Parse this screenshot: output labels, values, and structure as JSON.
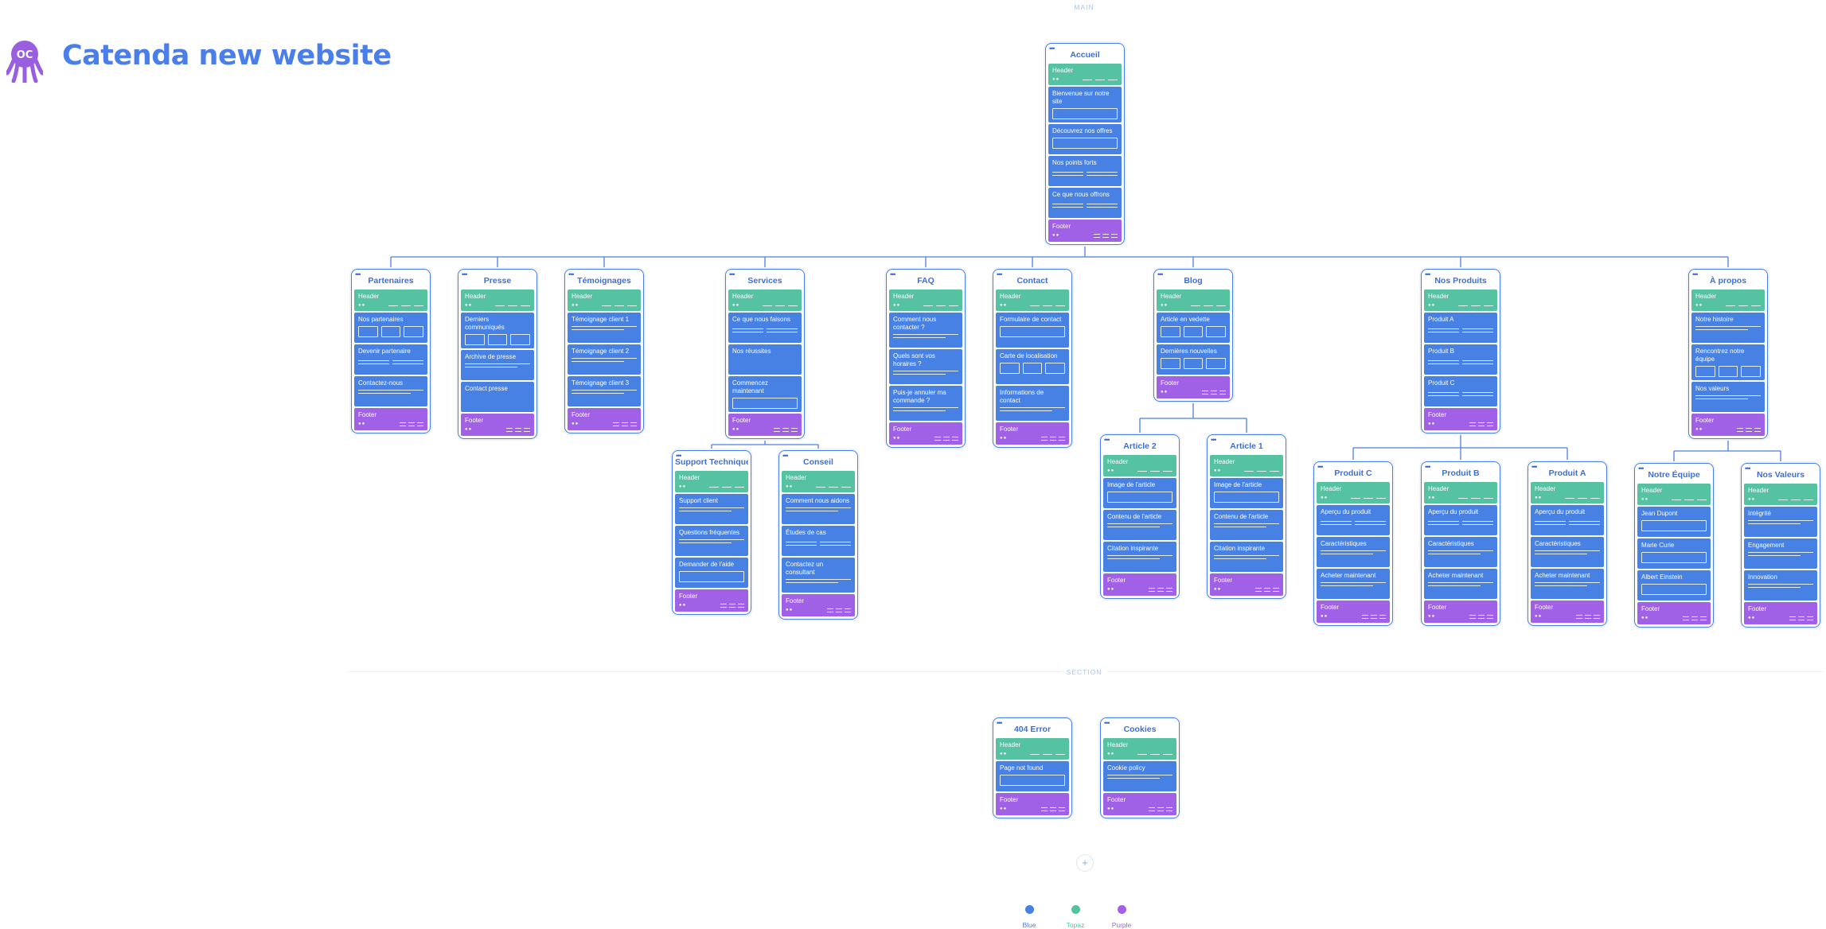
{
  "title": "Catenda new website",
  "labels": {
    "main": "MAIN",
    "section": "SECTION"
  },
  "plus": "+",
  "colors": {
    "blue": "#4781e4",
    "topaz": "#55c2a2",
    "purple": "#a061e6",
    "accent": "#4a7ee8"
  },
  "legend": [
    {
      "label": "Blue",
      "color": "#4781e4"
    },
    {
      "label": "Topaz",
      "color": "#55c2a2"
    },
    {
      "label": "Purple",
      "color": "#a061e6"
    }
  ],
  "pages": [
    {
      "id": "accueil",
      "title": "Accueil",
      "blocks": [
        {
          "kind": "hdr",
          "label": "Header"
        },
        {
          "kind": "sec",
          "label": "Bienvenue sur notre site",
          "wire": "box"
        },
        {
          "kind": "sec",
          "label": "Découvrez nos offres",
          "wire": "box"
        },
        {
          "kind": "sec",
          "label": "Nos points forts",
          "wire": "cols"
        },
        {
          "kind": "sec",
          "label": "Ce que nous offrons",
          "wire": "cols"
        },
        {
          "kind": "ftr",
          "label": "Footer"
        }
      ]
    },
    {
      "id": "partenaires",
      "title": "Partenaires",
      "blocks": [
        {
          "kind": "hdr",
          "label": "Header"
        },
        {
          "kind": "sec",
          "label": "Nos partenaires",
          "wire": "grid"
        },
        {
          "kind": "sec",
          "label": "Devenir partenaire",
          "wire": "cols"
        },
        {
          "kind": "sec",
          "label": "Contactez-nous",
          "wire": "lines"
        },
        {
          "kind": "ftr",
          "label": "Footer"
        }
      ]
    },
    {
      "id": "presse",
      "title": "Presse",
      "blocks": [
        {
          "kind": "hdr",
          "label": "Header"
        },
        {
          "kind": "sec",
          "label": "Derniers communiqués",
          "wire": "grid"
        },
        {
          "kind": "sec",
          "label": "Archive de presse",
          "wire": "lines"
        },
        {
          "kind": "sec",
          "label": "Contact presse",
          "wire": ""
        },
        {
          "kind": "ftr",
          "label": "Footer"
        }
      ]
    },
    {
      "id": "temoignages",
      "title": "Témoignages",
      "blocks": [
        {
          "kind": "hdr",
          "label": "Header"
        },
        {
          "kind": "sec",
          "label": "Témoignage client 1",
          "wire": "lines"
        },
        {
          "kind": "sec",
          "label": "Témoignage client 2",
          "wire": "lines"
        },
        {
          "kind": "sec",
          "label": "Témoignage client 3",
          "wire": "lines"
        },
        {
          "kind": "ftr",
          "label": "Footer"
        }
      ]
    },
    {
      "id": "services",
      "title": "Services",
      "blocks": [
        {
          "kind": "hdr",
          "label": "Header"
        },
        {
          "kind": "sec",
          "label": "Ce que nous faisons",
          "wire": "cols"
        },
        {
          "kind": "sec",
          "label": "Nos réussites",
          "wire": ""
        },
        {
          "kind": "sec",
          "label": "Commencez maintenant",
          "wire": "box"
        },
        {
          "kind": "ftr",
          "label": "Footer"
        }
      ]
    },
    {
      "id": "faq",
      "title": "FAQ",
      "blocks": [
        {
          "kind": "hdr",
          "label": "Header"
        },
        {
          "kind": "sec",
          "label": "Comment nous contacter ?",
          "wire": "lines"
        },
        {
          "kind": "sec",
          "label": "Quels sont vos horaires ?",
          "wire": "lines"
        },
        {
          "kind": "sec",
          "label": "Puis-je annuler ma commande ?",
          "wire": "lines"
        },
        {
          "kind": "ftr",
          "label": "Footer"
        }
      ]
    },
    {
      "id": "contact",
      "title": "Contact",
      "blocks": [
        {
          "kind": "hdr",
          "label": "Header"
        },
        {
          "kind": "sec",
          "label": "Formulaire de contact",
          "wire": "box"
        },
        {
          "kind": "sec",
          "label": "Carte de localisation",
          "wire": "grid"
        },
        {
          "kind": "sec",
          "label": "Informations de contact",
          "wire": "lines"
        },
        {
          "kind": "ftr",
          "label": "Footer"
        }
      ]
    },
    {
      "id": "blog",
      "title": "Blog",
      "blocks": [
        {
          "kind": "hdr",
          "label": "Header"
        },
        {
          "kind": "sec",
          "label": "Article en vedette",
          "wire": "grid"
        },
        {
          "kind": "sec",
          "label": "Dernières nouvelles",
          "wire": "grid"
        },
        {
          "kind": "ftr",
          "label": "Footer"
        }
      ]
    },
    {
      "id": "nosproduits",
      "title": "Nos Produits",
      "blocks": [
        {
          "kind": "hdr",
          "label": "Header"
        },
        {
          "kind": "sec",
          "label": "Produit A",
          "wire": "cols"
        },
        {
          "kind": "sec",
          "label": "Produit B",
          "wire": "cols"
        },
        {
          "kind": "sec",
          "label": "Produit C",
          "wire": "cols"
        },
        {
          "kind": "ftr",
          "label": "Footer"
        }
      ]
    },
    {
      "id": "apropos",
      "title": "À propos",
      "blocks": [
        {
          "kind": "hdr",
          "label": "Header"
        },
        {
          "kind": "sec",
          "label": "Notre histoire",
          "wire": "lines"
        },
        {
          "kind": "sec",
          "label": "Rencontrez notre équipe",
          "wire": "grid"
        },
        {
          "kind": "sec",
          "label": "Nos valeurs",
          "wire": "lines"
        },
        {
          "kind": "ftr",
          "label": "Footer"
        }
      ]
    },
    {
      "id": "support",
      "title": "Support Technique",
      "blocks": [
        {
          "kind": "hdr",
          "label": "Header"
        },
        {
          "kind": "sec",
          "label": "Support client",
          "wire": "lines"
        },
        {
          "kind": "sec",
          "label": "Questions fréquentes",
          "wire": "lines"
        },
        {
          "kind": "sec",
          "label": "Demander de l'aide",
          "wire": "box"
        },
        {
          "kind": "ftr",
          "label": "Footer"
        }
      ]
    },
    {
      "id": "conseil",
      "title": "Conseil",
      "blocks": [
        {
          "kind": "hdr",
          "label": "Header"
        },
        {
          "kind": "sec",
          "label": "Comment nous aidons",
          "wire": "lines"
        },
        {
          "kind": "sec",
          "label": "Études de cas",
          "wire": "cols"
        },
        {
          "kind": "sec",
          "label": "Contactez un consultant",
          "wire": "lines"
        },
        {
          "kind": "ftr",
          "label": "Footer"
        }
      ]
    },
    {
      "id": "article2",
      "title": "Article 2",
      "blocks": [
        {
          "kind": "hdr",
          "label": "Header"
        },
        {
          "kind": "sec",
          "label": "Image de l'article",
          "wire": "box"
        },
        {
          "kind": "sec",
          "label": "Contenu de l'article",
          "wire": "lines"
        },
        {
          "kind": "sec",
          "label": "Citation inspirante",
          "wire": "lines"
        },
        {
          "kind": "ftr",
          "label": "Footer"
        }
      ]
    },
    {
      "id": "article1",
      "title": "Article 1",
      "blocks": [
        {
          "kind": "hdr",
          "label": "Header"
        },
        {
          "kind": "sec",
          "label": "Image de l'article",
          "wire": "box"
        },
        {
          "kind": "sec",
          "label": "Contenu de l'article",
          "wire": "lines"
        },
        {
          "kind": "sec",
          "label": "Citation inspirante",
          "wire": "lines"
        },
        {
          "kind": "ftr",
          "label": "Footer"
        }
      ]
    },
    {
      "id": "produitc",
      "title": "Produit C",
      "blocks": [
        {
          "kind": "hdr",
          "label": "Header"
        },
        {
          "kind": "sec",
          "label": "Aperçu du produit",
          "wire": "cols"
        },
        {
          "kind": "sec",
          "label": "Caractéristiques",
          "wire": "lines"
        },
        {
          "kind": "sec",
          "label": "Acheter maintenant",
          "wire": "lines"
        },
        {
          "kind": "ftr",
          "label": "Footer"
        }
      ]
    },
    {
      "id": "produitb",
      "title": "Produit B",
      "blocks": [
        {
          "kind": "hdr",
          "label": "Header"
        },
        {
          "kind": "sec",
          "label": "Aperçu du produit",
          "wire": "cols"
        },
        {
          "kind": "sec",
          "label": "Caractéristiques",
          "wire": "lines"
        },
        {
          "kind": "sec",
          "label": "Acheter maintenant",
          "wire": "lines"
        },
        {
          "kind": "ftr",
          "label": "Footer"
        }
      ]
    },
    {
      "id": "produita",
      "title": "Produit A",
      "blocks": [
        {
          "kind": "hdr",
          "label": "Header"
        },
        {
          "kind": "sec",
          "label": "Aperçu du produit",
          "wire": "cols"
        },
        {
          "kind": "sec",
          "label": "Caractéristiques",
          "wire": "lines"
        },
        {
          "kind": "sec",
          "label": "Acheter maintenant",
          "wire": "lines"
        },
        {
          "kind": "ftr",
          "label": "Footer"
        }
      ]
    },
    {
      "id": "notreequipe",
      "title": "Notre Équipe",
      "blocks": [
        {
          "kind": "hdr",
          "label": "Header"
        },
        {
          "kind": "sec",
          "label": "Jean Dupont",
          "wire": "box"
        },
        {
          "kind": "sec",
          "label": "Marie Curie",
          "wire": "box"
        },
        {
          "kind": "sec",
          "label": "Albert Einstein",
          "wire": "box"
        },
        {
          "kind": "ftr",
          "label": "Footer"
        }
      ]
    },
    {
      "id": "nosvaleurs",
      "title": "Nos Valeurs",
      "blocks": [
        {
          "kind": "hdr",
          "label": "Header"
        },
        {
          "kind": "sec",
          "label": "Intégrité",
          "wire": "lines"
        },
        {
          "kind": "sec",
          "label": "Engagement",
          "wire": "lines"
        },
        {
          "kind": "sec",
          "label": "Innovation",
          "wire": "lines"
        },
        {
          "kind": "ftr",
          "label": "Footer"
        }
      ]
    },
    {
      "id": "error404",
      "title": "404 Error",
      "blocks": [
        {
          "kind": "hdr",
          "label": "Header"
        },
        {
          "kind": "sec",
          "label": "Page not found",
          "wire": "box"
        },
        {
          "kind": "ftr",
          "label": "Footer"
        }
      ]
    },
    {
      "id": "cookies",
      "title": "Cookies",
      "blocks": [
        {
          "kind": "hdr",
          "label": "Header"
        },
        {
          "kind": "sec",
          "label": "Cookie policy",
          "wire": "lines"
        },
        {
          "kind": "ftr",
          "label": "Footer"
        }
      ]
    }
  ],
  "edges": [
    [
      "accueil",
      "partenaires"
    ],
    [
      "accueil",
      "presse"
    ],
    [
      "accueil",
      "temoignages"
    ],
    [
      "accueil",
      "services"
    ],
    [
      "accueil",
      "faq"
    ],
    [
      "accueil",
      "contact"
    ],
    [
      "accueil",
      "blog"
    ],
    [
      "accueil",
      "nosproduits"
    ],
    [
      "accueil",
      "apropos"
    ],
    [
      "services",
      "support"
    ],
    [
      "services",
      "conseil"
    ],
    [
      "blog",
      "article2"
    ],
    [
      "blog",
      "article1"
    ],
    [
      "nosproduits",
      "produitc"
    ],
    [
      "nosproduits",
      "produitb"
    ],
    [
      "nosproduits",
      "produita"
    ],
    [
      "apropos",
      "notreequipe"
    ],
    [
      "apropos",
      "nosvaleurs"
    ]
  ]
}
